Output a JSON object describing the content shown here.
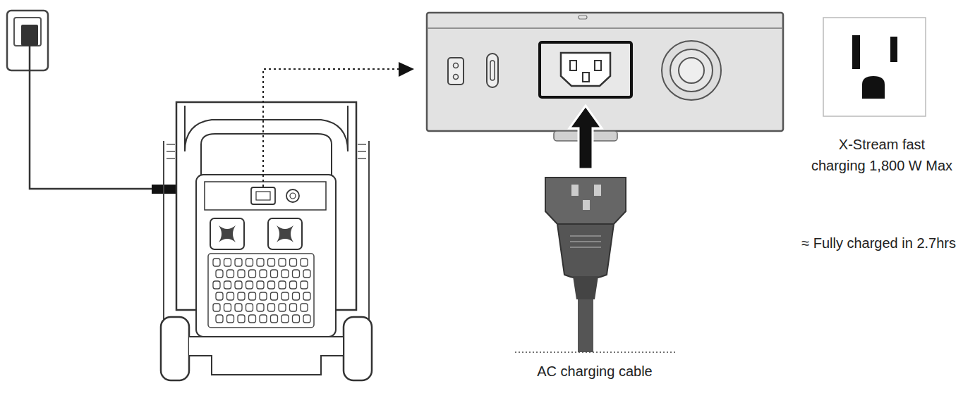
{
  "diagram": {
    "labels": [
      "X-Stream fast charging 1,800 W Max",
      "≈ Fully charged in 2.7hrs",
      "AC charging cable"
    ]
  }
}
